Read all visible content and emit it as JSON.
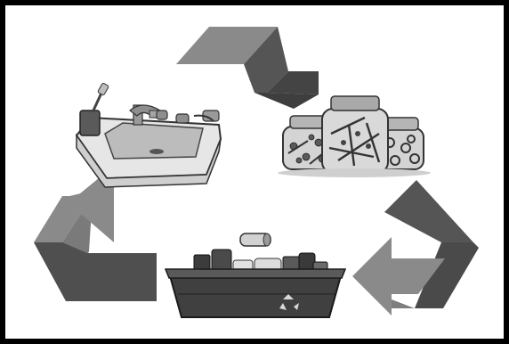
{
  "diagram": {
    "kind": "recycling-cycle",
    "palette": {
      "frame": "#000000",
      "background": "#ffffff",
      "arrow_light": "#8a8a8a",
      "arrow_dark": "#4a4a4a",
      "jar_glass": "#d6d6d6",
      "bin": "#3f3f3f",
      "sink": "#e4e4e4"
    },
    "stages": [
      {
        "id": "sink",
        "icon": "sink-with-faucet-and-toothbrush-cup"
      },
      {
        "id": "jars",
        "icon": "glass-jars-with-sorted-items"
      },
      {
        "id": "bin",
        "icon": "recycling-bin-with-bottles"
      }
    ],
    "arrows": [
      {
        "from": "sink",
        "to": "jars",
        "direction": "clockwise"
      },
      {
        "from": "jars",
        "to": "bin",
        "direction": "clockwise"
      },
      {
        "from": "bin",
        "to": "sink",
        "direction": "clockwise"
      }
    ]
  }
}
